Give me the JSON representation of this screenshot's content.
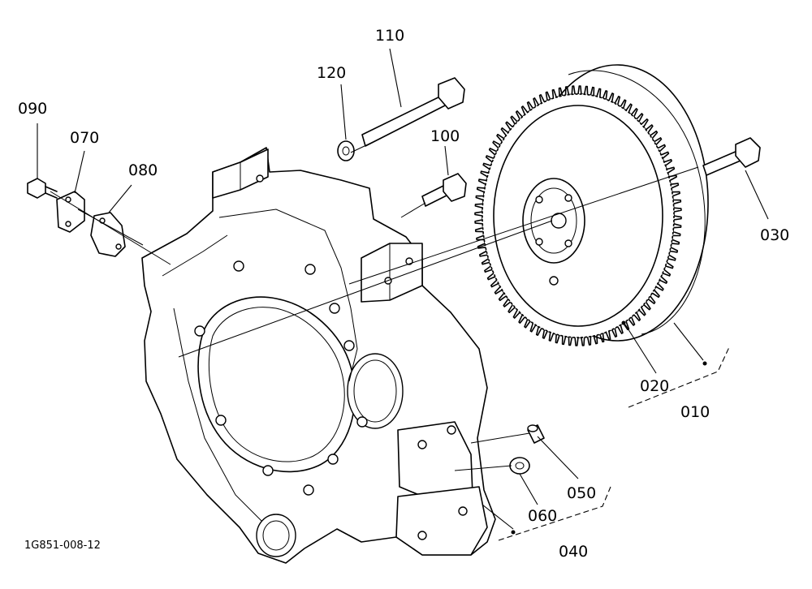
{
  "diagram": {
    "callouts": {
      "c010": "010",
      "c020": "020",
      "c030": "030",
      "c040": "040",
      "c050": "050",
      "c060": "060",
      "c070": "070",
      "c080": "080",
      "c090": "090",
      "c100": "100",
      "c110": "110",
      "c120": "120"
    },
    "drawing_code": "1G851-008-12"
  }
}
